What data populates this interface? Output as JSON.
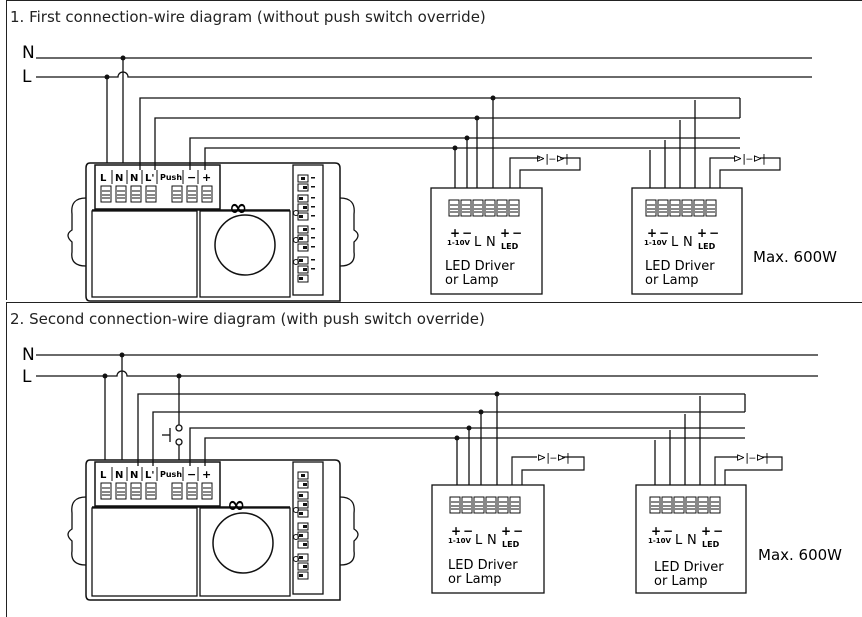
{
  "diagrams": [
    {
      "title": "1. First connection-wire diagram (without push switch override)",
      "line_labels": {
        "neutral": "N",
        "live": "L"
      },
      "controller_terminals": [
        "L",
        "N",
        "N",
        "L'",
        "Push",
        "−",
        "+"
      ],
      "driver_terminals": {
        "dim_pos": "+",
        "dim_neg": "−",
        "dim_label": "1-10V",
        "l": "L",
        "n": "N",
        "led_pos": "+",
        "led_neg": "−",
        "led_label": "LED"
      },
      "drivers": [
        {
          "label_line1": "LED Driver",
          "label_line2": "or Lamp"
        },
        {
          "label_line1": "LED Driver",
          "label_line2": "or Lamp"
        }
      ],
      "max_load": "Max. 600W"
    },
    {
      "title": "2. Second connection-wire diagram (with push switch override)",
      "line_labels": {
        "neutral": "N",
        "live": "L"
      },
      "controller_terminals": [
        "L",
        "N",
        "N",
        "L'",
        "Push",
        "−",
        "+"
      ],
      "driver_terminals": {
        "dim_pos": "+",
        "dim_neg": "−",
        "dim_label": "1-10V",
        "l": "L",
        "n": "N",
        "led_pos": "+",
        "led_neg": "−",
        "led_label": "LED"
      },
      "drivers": [
        {
          "label_line1": "LED Driver",
          "label_line2": "or Lamp"
        },
        {
          "label_line1": "LED Driver",
          "label_line2": "or Lamp"
        }
      ],
      "max_load": "Max. 600W"
    }
  ]
}
